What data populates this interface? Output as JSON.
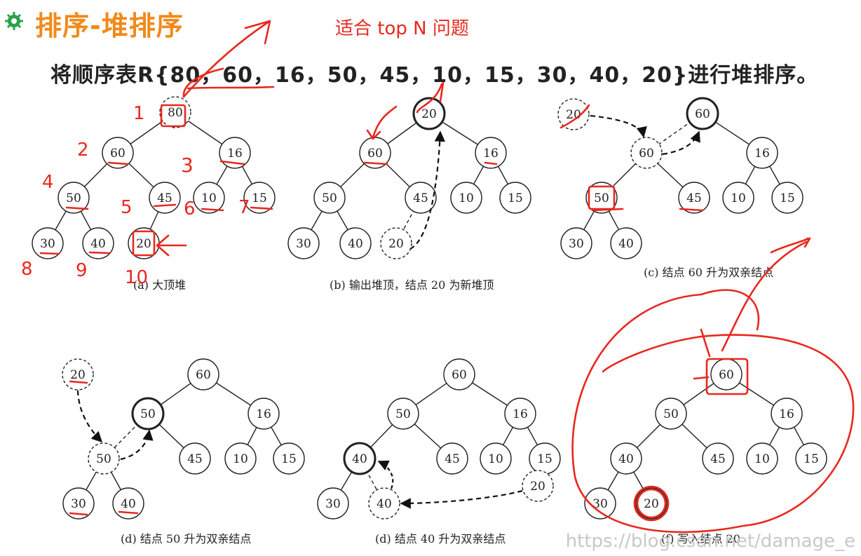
{
  "header": {
    "title": "排序-堆排序",
    "annotation": "适合 top N 问题",
    "subtitle": "将顺序表R{80，60，16，50，45，10，15，30，40，20}进行堆排序。"
  },
  "panels": [
    {
      "id": "a",
      "caption": "(a)  大顶堆"
    },
    {
      "id": "b",
      "caption": "(b)  输出堆顶，结点 20 为新堆顶"
    },
    {
      "id": "c",
      "caption": "(c)  结点 60 升为双亲结点"
    },
    {
      "id": "d1",
      "caption": "(d)  结点 50 升为双亲结点"
    },
    {
      "id": "d2",
      "caption": "(d)  结点 40 升为双亲结点"
    },
    {
      "id": "f",
      "caption": "(f)  写入结点 20"
    }
  ],
  "handwritten_numbers": [
    "1",
    "2",
    "3",
    "4",
    "5",
    "6",
    "7",
    "8",
    "9",
    "10"
  ],
  "watermark": "https://blog.csdn.net/damage_e",
  "colors": {
    "title": "#f08a1a",
    "annotation": "#e8281e",
    "ink": "#222222",
    "pen": "#e8281e"
  }
}
